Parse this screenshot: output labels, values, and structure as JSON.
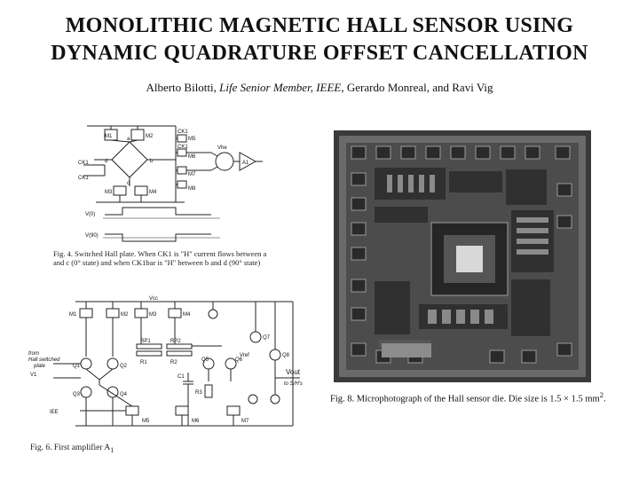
{
  "paper": {
    "title_line1": "MONOLITHIC MAGNETIC HALL SENSOR USING",
    "title_line2": "DYNAMIC QUADRATURE OFFSET CANCELLATION",
    "authors_part1": "Alberto Bilotti, ",
    "authors_part2": "Life Senior Member, IEEE,",
    "authors_part3": " Gerardo Monreal, and Ravi Vig"
  },
  "fig4": {
    "caption_line1": "Fig. 4.   Switched Hall plate. When CK1 is \"H\" current flows between a",
    "caption_line2": "and c (0° state) and when CK1bar is \"H\" between b and d (90° state)",
    "labels": {
      "m1": "M1",
      "m2": "M2",
      "m3": "M3",
      "m4": "M4",
      "m5": "M5",
      "m6": "M6",
      "m7": "M7",
      "m8": "M8",
      "ck1": "CK1",
      "ck1b": "CK1",
      "ck1r": "CK1",
      "ck1r2": "CK1",
      "a": "a",
      "b": "b",
      "c": "c",
      "d": "d",
      "vhe": "Vhe",
      "a1": "A1",
      "wave1": "V(0)",
      "wave2": "V(90)"
    }
  },
  "fig6": {
    "caption": "Fig. 6.   First amplifier  A",
    "caption_sub": "1",
    "labels": {
      "vcc": "Vcc",
      "m1": "M1",
      "m2": "M2",
      "m3": "M3",
      "m4": "M4",
      "m5": "M5",
      "m6": "M6",
      "m7": "M7",
      "q1": "Q1",
      "q2": "Q2",
      "q3": "Q3",
      "q4": "Q4",
      "q5": "Q5",
      "q6": "Q6",
      "q7": "Q7",
      "q8": "Q8",
      "r1": "R1",
      "r2": "R2",
      "r3": "R3",
      "rp1": "RP1",
      "rp2": "RP2",
      "c1": "C1",
      "from1": "from",
      "from2": "Hall switched",
      "from3": "plate",
      "v1": "V1",
      "vout": "Vout",
      "tosh": "to S/H's",
      "iee": "IEE",
      "vref": "Vref"
    }
  },
  "fig8": {
    "caption": "Fig. 8.   Microphotograph of the Hall sensor die. Die size is 1.5 × 1.5 mm",
    "caption_sup": "2",
    "caption_end": "."
  }
}
